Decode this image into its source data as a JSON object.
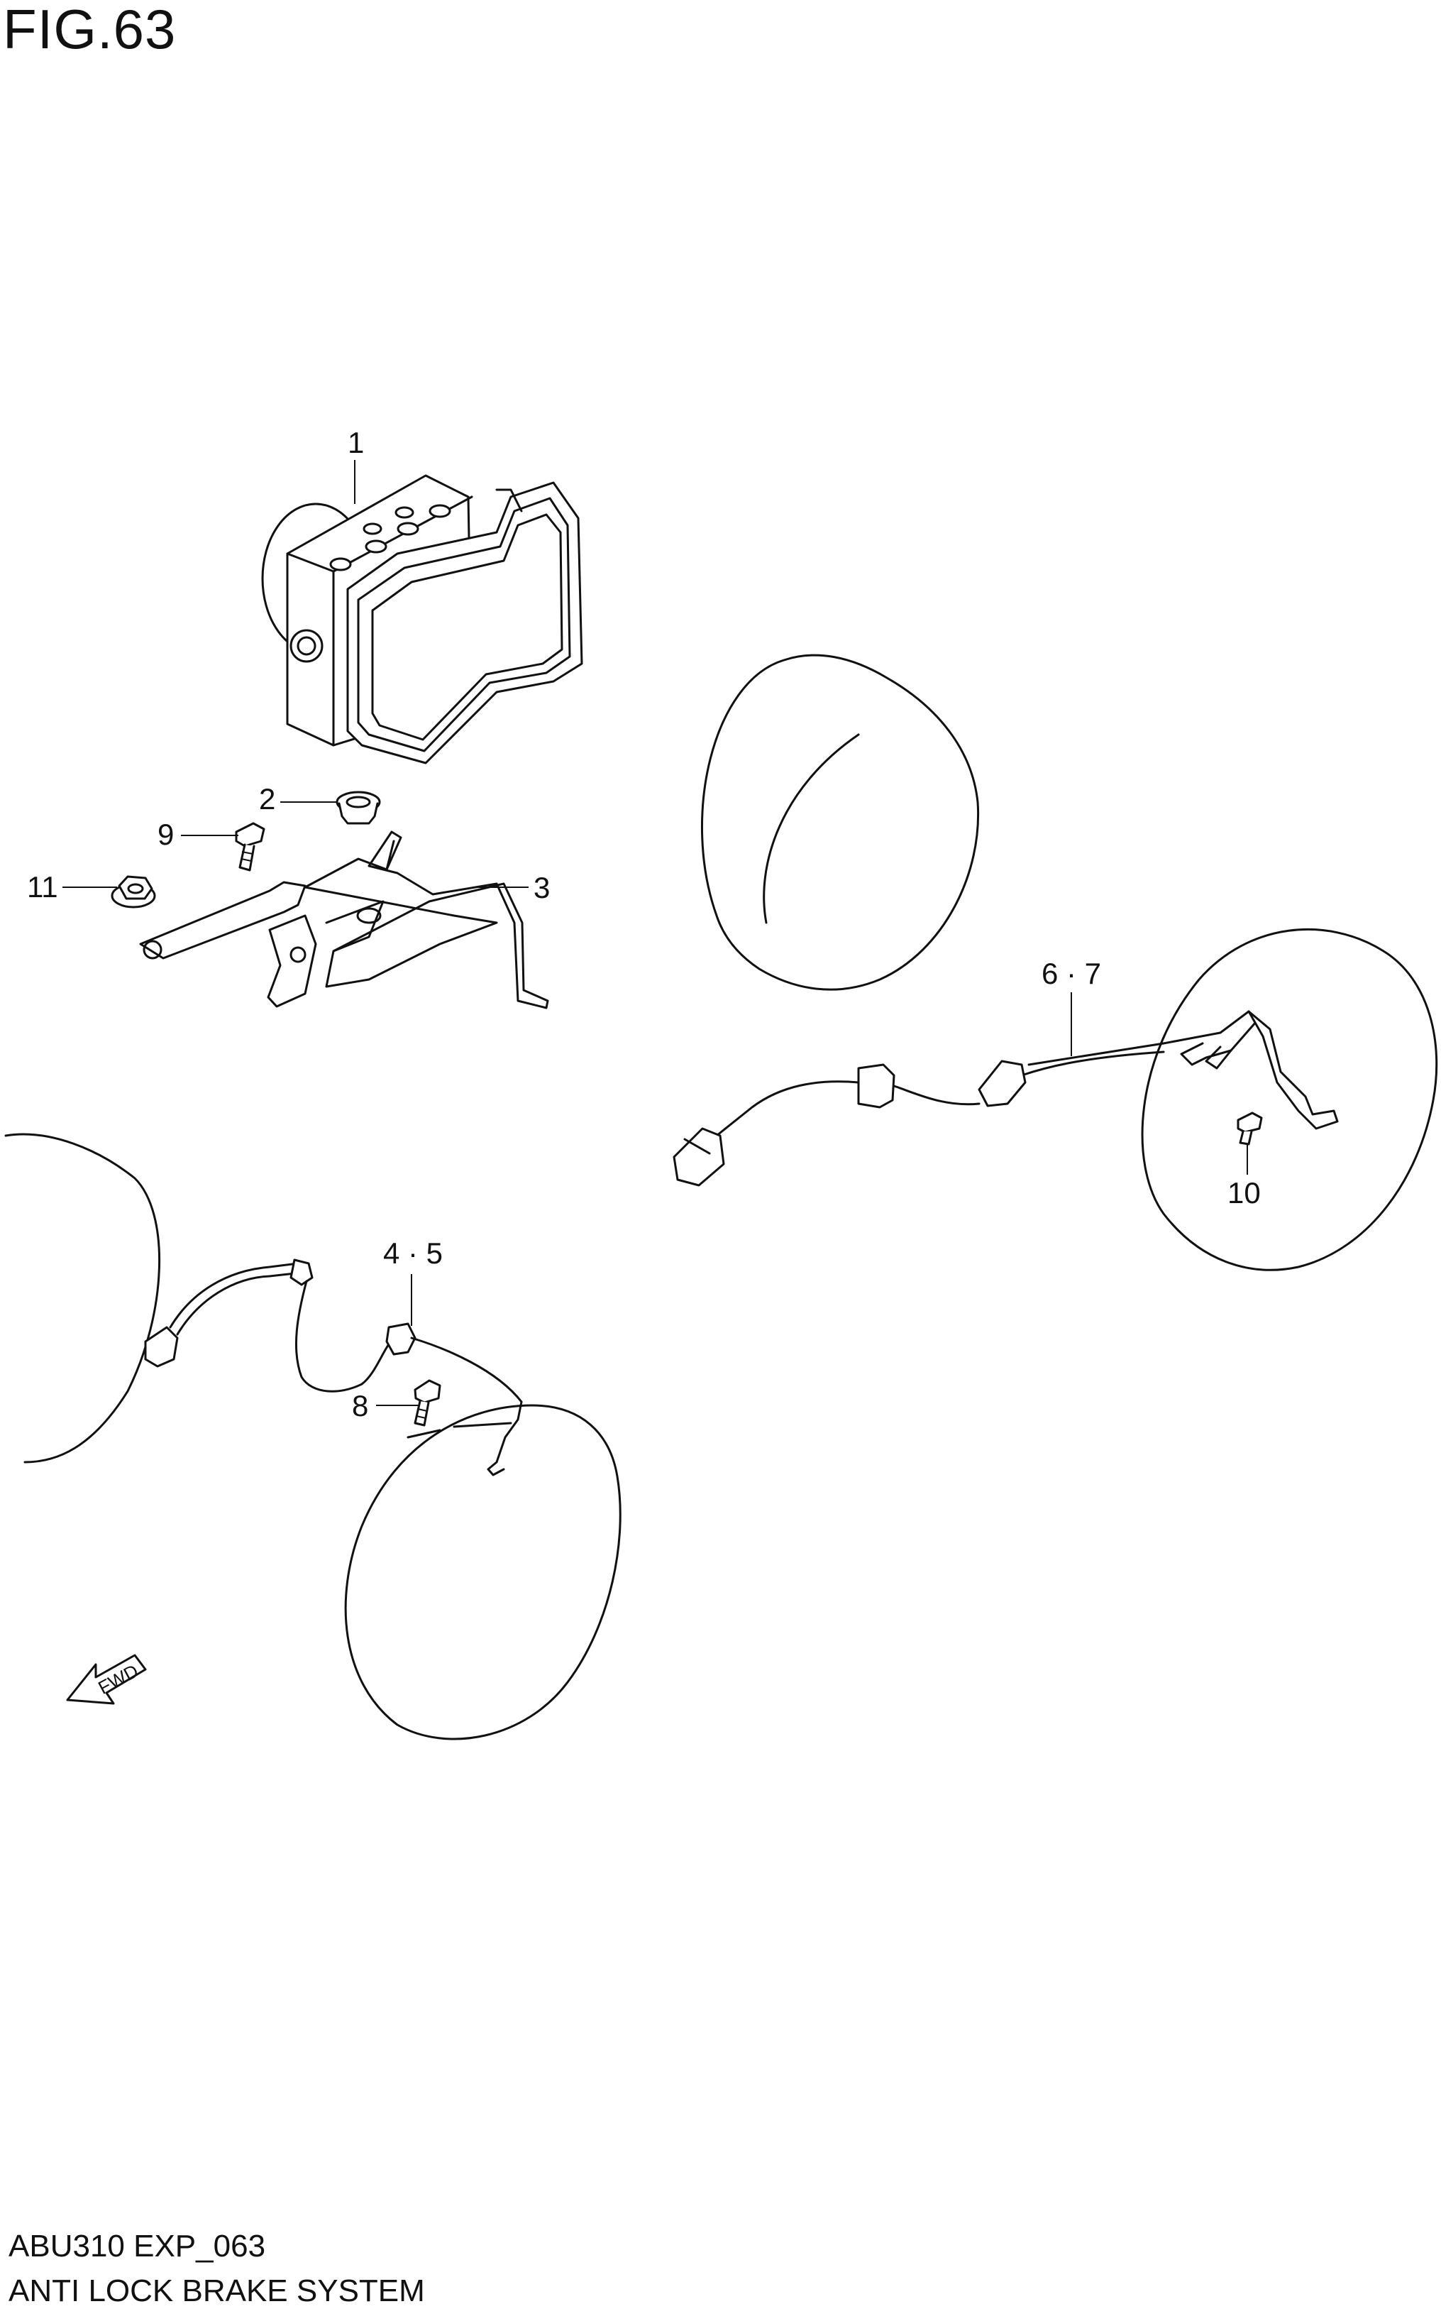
{
  "figure": {
    "title": "FIG.63"
  },
  "footer": {
    "code": "ABU310 EXP_063",
    "name": "ANTI LOCK BRAKE SYSTEM"
  },
  "callouts": {
    "c1": "1",
    "c2": "2",
    "c3": "3",
    "c45": "4 · 5",
    "c67": "6 · 7",
    "c8": "8",
    "c9": "9",
    "c10": "10",
    "c11": "11"
  },
  "fwd_label": "FWD"
}
